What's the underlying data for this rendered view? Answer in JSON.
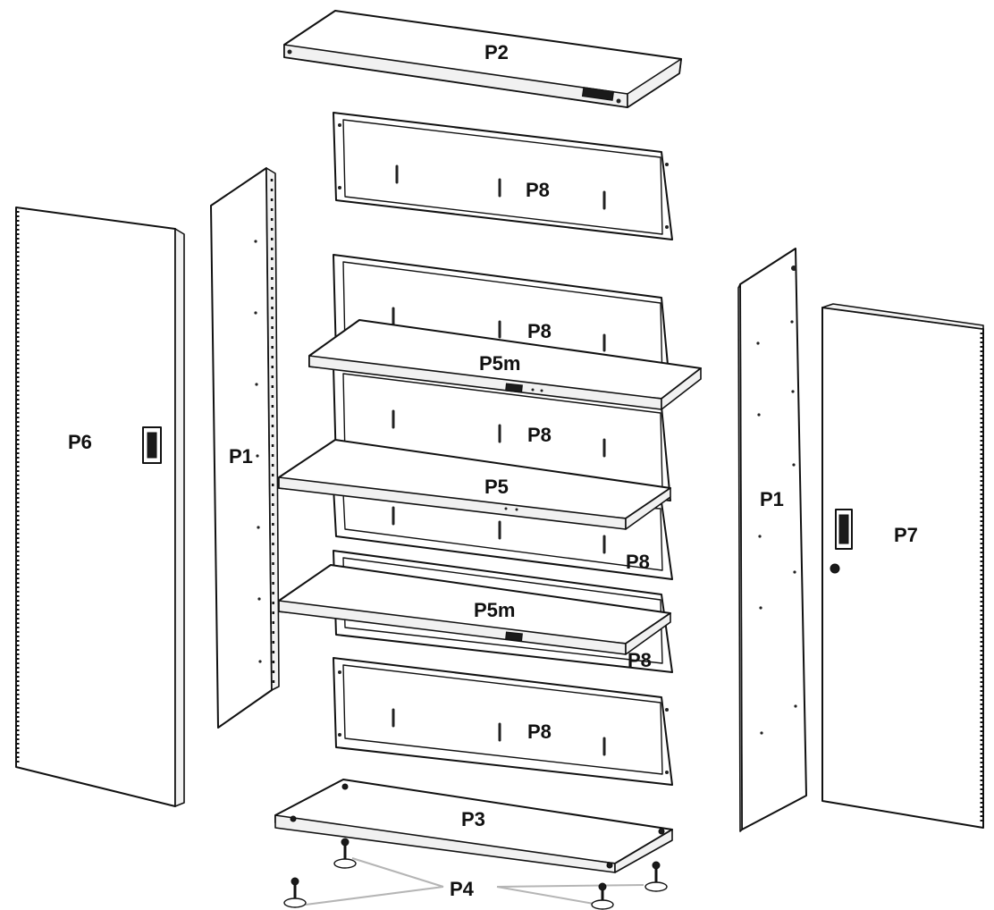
{
  "labels": {
    "top_panel": "P2",
    "back_panel_1": "P8",
    "back_panel_2": "P8",
    "back_panel_3": "P8",
    "back_panel_4": "P8",
    "back_panel_5": "P8",
    "back_panel_6": "P8",
    "shelf_upper": "P5m",
    "shelf_middle": "P5",
    "shelf_lower": "P5m",
    "left_door": "P6",
    "left_side_panel": "P1",
    "right_side_panel": "P1",
    "right_door": "P7",
    "bottom_panel": "P3",
    "leveling_feet": "P4"
  }
}
